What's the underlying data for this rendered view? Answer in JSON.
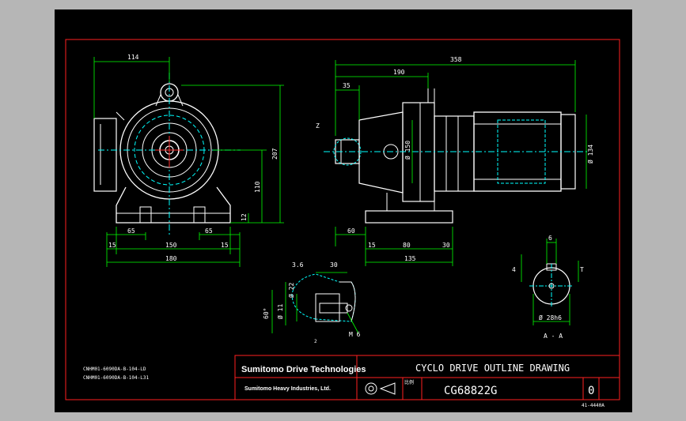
{
  "title_block": {
    "brand": "Sumitomo Drive Technologies",
    "company": "Sumitomo Heavy Industries, Ltd.",
    "drawing_title": "CYCLO DRIVE OUTLINE DRAWING",
    "drawing_number": "CG68822G",
    "revision": "0",
    "scale_label": "比例",
    "sheet_code": "41-4440A"
  },
  "model_codes": [
    "CNHM01-6090DA-B-104-LD",
    "CNHM01-6090DA-B-104-L31"
  ],
  "dimensions": {
    "front_width_top": "114",
    "front_height": "207",
    "shaft_height": "110",
    "base_thickness": "12",
    "foot_left": "65",
    "foot_right": "65",
    "foot_edge_left": "15",
    "foot_edge_right": "15",
    "foot_span": "150",
    "base_width": "180",
    "overall_length": "358",
    "motor_to_flange": "190",
    "shaft_extension": "35",
    "reducer_dia": "Ø 150",
    "motor_dia": "Ø 134",
    "side_base_left": "60",
    "side_base_edge": "15",
    "side_base_mid": "80",
    "side_base_right": "30",
    "side_base_total": "135",
    "shaft_step": "3.6",
    "shaft_length": "30",
    "shaft_dia": "Ø 22",
    "shaft_core": "Ø 11",
    "shaft_tip": "M 6",
    "keyway_angle": "60°",
    "key_width": "6",
    "key_depth": "4",
    "key_t": "T",
    "section_dia": "Ø 28h6",
    "section_label": "A - A",
    "detail_label": "Z",
    "detail_label_small": "2"
  }
}
